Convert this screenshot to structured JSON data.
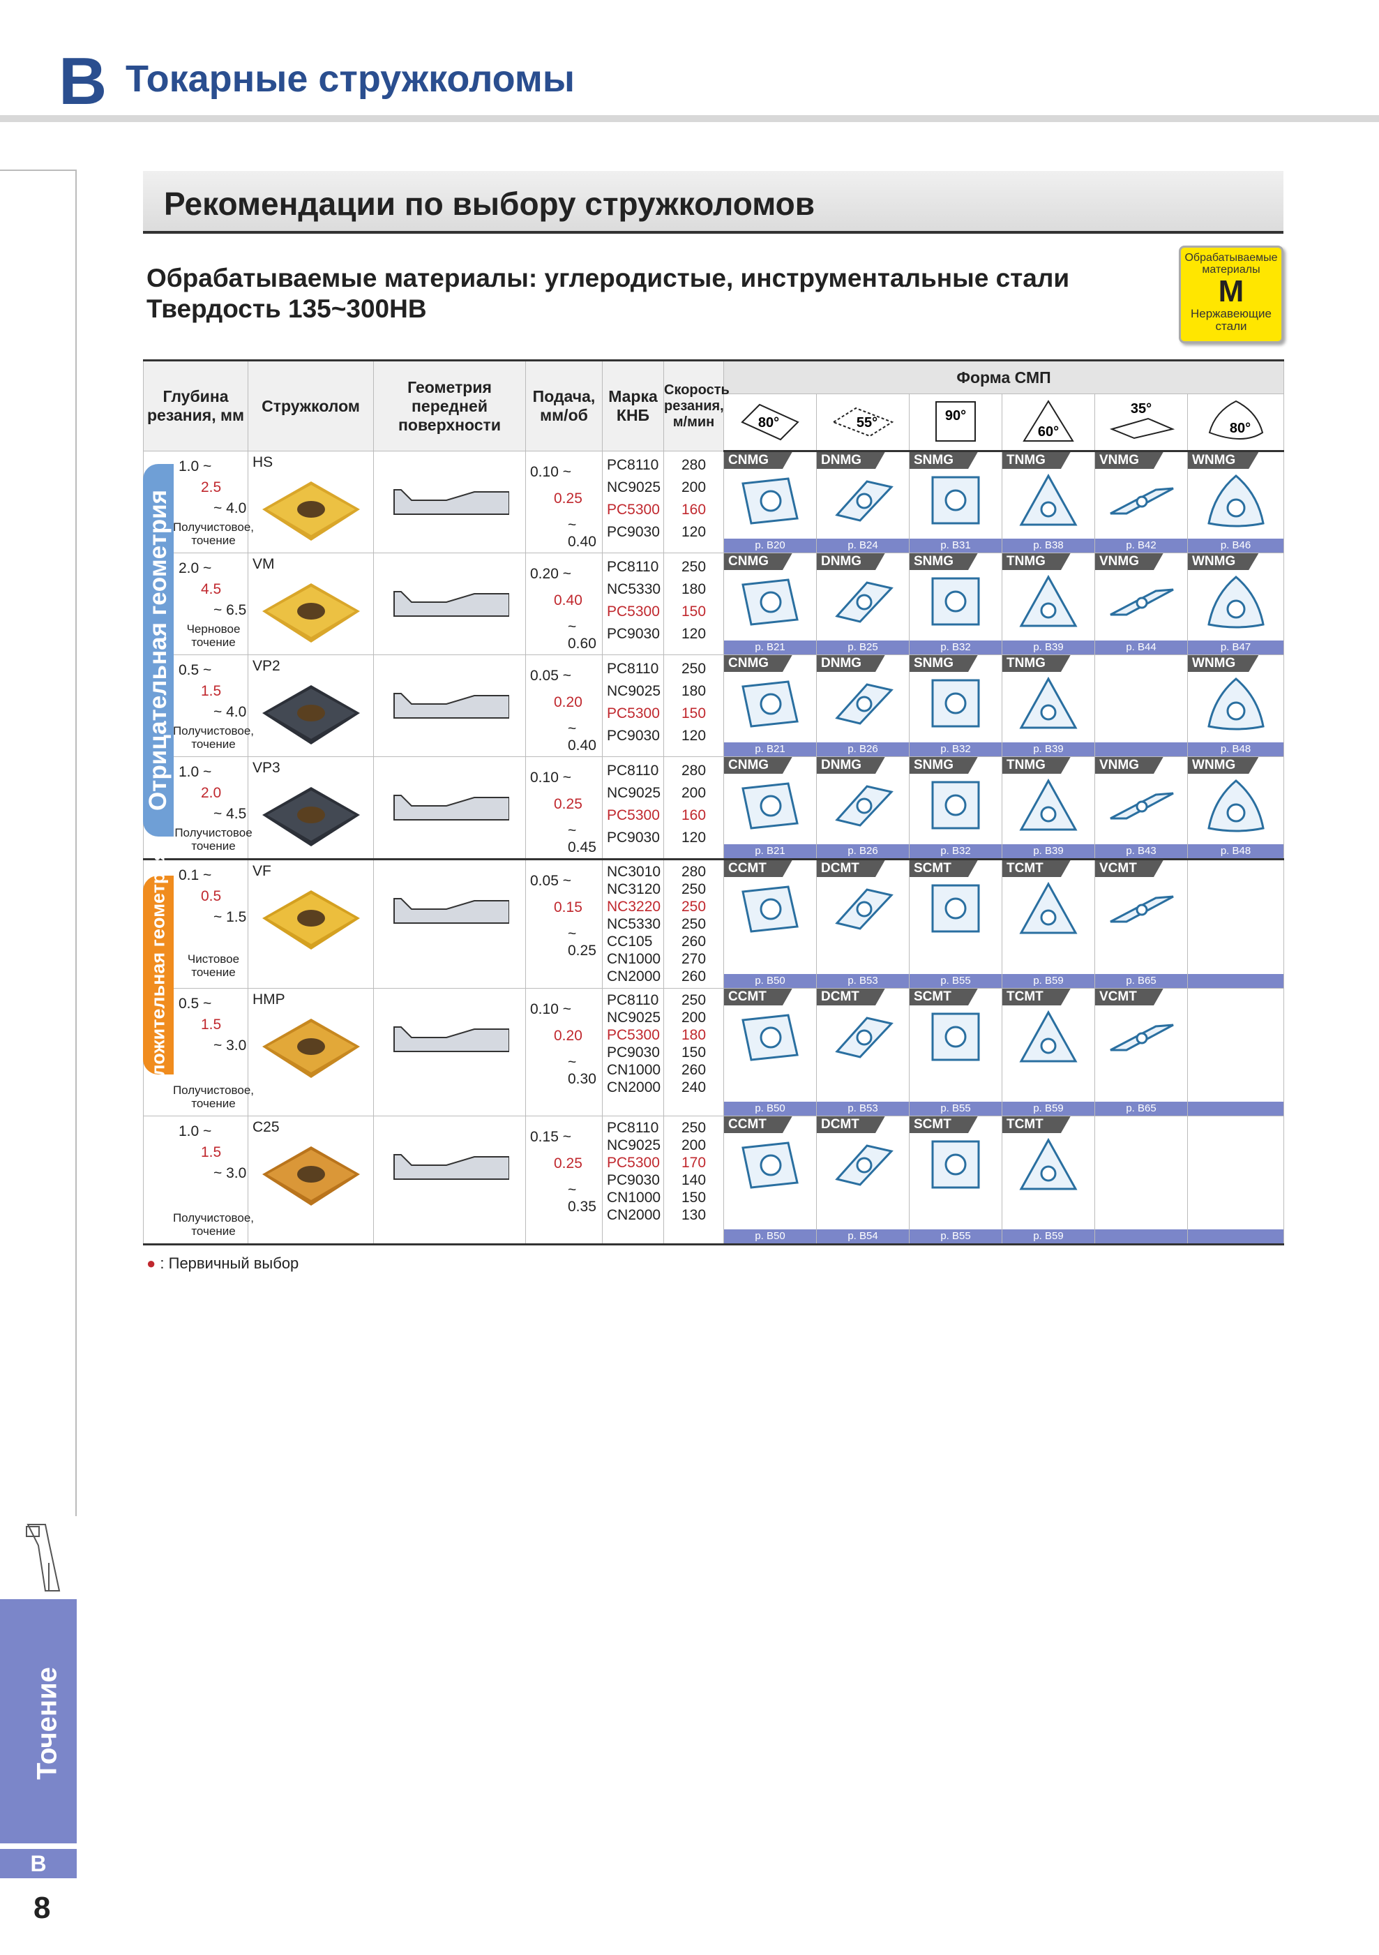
{
  "header": {
    "letter": "B",
    "title": "Токарные стружколомы"
  },
  "section": {
    "title": "Рекомендации по выбору стружколомов",
    "materials": "Обрабатываемые материалы: углеродистые, инструментальные стали",
    "hardness": "Твердость 135~300HB"
  },
  "badge": {
    "top": "Обрабатываемые материалы",
    "letter": "M",
    "bottom": "Нержавеющие стали",
    "color": "#ffe600"
  },
  "table_headers": {
    "depth": "Глубина резания, мм",
    "chipbreaker": "Стружколом",
    "geometry": "Геометрия передней поверхности",
    "feed": "Подача, мм/об",
    "grade": "Марка КНБ",
    "speed": "Скорость резания, м/мин",
    "forma": "Форма СМП"
  },
  "shape_angles": [
    "80°",
    "55°",
    "90°",
    "60°",
    "35°",
    "80°"
  ],
  "groups": {
    "negative": "Отрицательная геометрия",
    "positive": "Положительная геометрия"
  },
  "rows": [
    {
      "depth": {
        "min": "1.0 ~",
        "def": "2.5",
        "max": "~ 4.0",
        "note": "Получистовое, точение"
      },
      "cb": "HS",
      "feed": {
        "min": "0.10 ~",
        "def": "0.25",
        "max": "~ 0.40"
      },
      "grades": [
        "PC8110",
        "NC9025",
        "PC5300",
        "PC9030"
      ],
      "speeds": [
        "280",
        "200",
        "160",
        "120"
      ],
      "hl": 2,
      "inserts": [
        {
          "name": "CNMG",
          "page": "p. B20"
        },
        {
          "name": "DNMG",
          "page": "p. B24"
        },
        {
          "name": "SNMG",
          "page": "p. B31"
        },
        {
          "name": "TNMG",
          "page": "p. B38"
        },
        {
          "name": "VNMG",
          "page": "p. B42"
        },
        {
          "name": "WNMG",
          "page": "p. B46"
        }
      ]
    },
    {
      "depth": {
        "min": "2.0 ~",
        "def": "4.5",
        "max": "~ 6.5",
        "note": "Черновое точение"
      },
      "cb": "VM",
      "feed": {
        "min": "0.20 ~",
        "def": "0.40",
        "max": "~ 0.60"
      },
      "grades": [
        "PC8110",
        "NC5330",
        "PC5300",
        "PC9030"
      ],
      "speeds": [
        "250",
        "180",
        "150",
        "120"
      ],
      "hl": 2,
      "inserts": [
        {
          "name": "CNMG",
          "page": "p. B21"
        },
        {
          "name": "DNMG",
          "page": "p. B25"
        },
        {
          "name": "SNMG",
          "page": "p. B32"
        },
        {
          "name": "TNMG",
          "page": "p. B39"
        },
        {
          "name": "VNMG",
          "page": "p. B44"
        },
        {
          "name": "WNMG",
          "page": "p. B47"
        }
      ]
    },
    {
      "depth": {
        "min": "0.5 ~",
        "def": "1.5",
        "max": "~ 4.0",
        "note": "Получистовое, точение"
      },
      "cb": "VP2",
      "feed": {
        "min": "0.05 ~",
        "def": "0.20",
        "max": "~ 0.40"
      },
      "grades": [
        "PC8110",
        "NC9025",
        "PC5300",
        "PC9030"
      ],
      "speeds": [
        "250",
        "180",
        "150",
        "120"
      ],
      "hl": 2,
      "inserts": [
        {
          "name": "CNMG",
          "page": "p. B21"
        },
        {
          "name": "DNMG",
          "page": "p. B26"
        },
        {
          "name": "SNMG",
          "page": "p. B32"
        },
        {
          "name": "TNMG",
          "page": "p. B39"
        },
        null,
        {
          "name": "WNMG",
          "page": "p. B48"
        }
      ]
    },
    {
      "depth": {
        "min": "1.0 ~",
        "def": "2.0",
        "max": "~ 4.5",
        "note": "Получистовое точение"
      },
      "cb": "VP3",
      "feed": {
        "min": "0.10 ~",
        "def": "0.25",
        "max": "~ 0.45"
      },
      "grades": [
        "PC8110",
        "NC9025",
        "PC5300",
        "PC9030"
      ],
      "speeds": [
        "280",
        "200",
        "160",
        "120"
      ],
      "hl": 2,
      "inserts": [
        {
          "name": "CNMG",
          "page": "p. B21"
        },
        {
          "name": "DNMG",
          "page": "p. B26"
        },
        {
          "name": "SNMG",
          "page": "p. B32"
        },
        {
          "name": "TNMG",
          "page": "p. B39"
        },
        {
          "name": "VNMG",
          "page": "p. B43"
        },
        {
          "name": "WNMG",
          "page": "p. B48"
        }
      ]
    },
    {
      "depth": {
        "min": "0.1 ~",
        "def": "0.5",
        "max": "~ 1.5",
        "note": "Чистовое точение"
      },
      "cb": "VF",
      "feed": {
        "min": "0.05 ~",
        "def": "0.15",
        "max": "~ 0.25"
      },
      "grades": [
        "NC3010",
        "NC3120",
        "NC3220",
        "NC5330",
        "CC105",
        "CN1000",
        "CN2000"
      ],
      "speeds": [
        "280",
        "250",
        "250",
        "250",
        "260",
        "270",
        "260"
      ],
      "hl": 2,
      "inserts": [
        {
          "name": "CCMT",
          "page": "p. B50"
        },
        {
          "name": "DCMT",
          "page": "p. B53"
        },
        {
          "name": "SCMT",
          "page": "p. B55"
        },
        {
          "name": "TCMT",
          "page": "p. B59"
        },
        {
          "name": "VCMT",
          "page": "p. B65"
        },
        null
      ]
    },
    {
      "depth": {
        "min": "0.5 ~",
        "def": "1.5",
        "max": "~ 3.0",
        "note": "Получистовое, точение"
      },
      "cb": "HMP",
      "feed": {
        "min": "0.10 ~",
        "def": "0.20",
        "max": "~ 0.30"
      },
      "grades": [
        "PC8110",
        "NC9025",
        "PC5300",
        "PC9030",
        "CN1000",
        "CN2000"
      ],
      "speeds": [
        "250",
        "200",
        "180",
        "150",
        "260",
        "240"
      ],
      "hl": 2,
      "inserts": [
        {
          "name": "CCMT",
          "page": "p. B50"
        },
        {
          "name": "DCMT",
          "page": "p. B53"
        },
        {
          "name": "SCMT",
          "page": "p. B55"
        },
        {
          "name": "TCMT",
          "page": "p. B59"
        },
        {
          "name": "VCMT",
          "page": "p. B65"
        },
        null
      ]
    },
    {
      "depth": {
        "min": "1.0 ~",
        "def": "1.5",
        "max": "~ 3.0",
        "note": "Получистовое, точение"
      },
      "cb": "C25",
      "feed": {
        "min": "0.15 ~",
        "def": "0.25",
        "max": "~ 0.35"
      },
      "grades": [
        "PC8110",
        "NC9025",
        "PC5300",
        "PC9030",
        "CN1000",
        "CN2000"
      ],
      "speeds": [
        "250",
        "200",
        "170",
        "140",
        "150",
        "130"
      ],
      "hl": 2,
      "inserts": [
        {
          "name": "CCMT",
          "page": "p. B50"
        },
        {
          "name": "DCMT",
          "page": "p. B54"
        },
        {
          "name": "SCMT",
          "page": "p. B55"
        },
        {
          "name": "TCMT",
          "page": "p. B59"
        },
        null,
        null
      ]
    }
  ],
  "legend": {
    "dot": "●",
    "text": " : Первичный выбор"
  },
  "side": {
    "tab": "Точение",
    "letter": "B",
    "page": "8"
  },
  "colors": {
    "brand": "#2a4e8f",
    "tab": "#7b86c9",
    "highlight": "#c0282e",
    "negative": "#6f9fd6",
    "positive": "#f08c1e"
  }
}
